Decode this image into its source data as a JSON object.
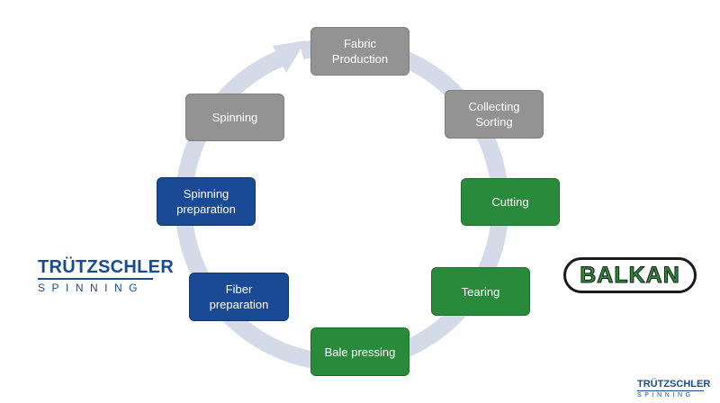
{
  "diagram": {
    "nodes": [
      {
        "id": "fabric-production",
        "label": "Fabric\nProduction",
        "category": "gray"
      },
      {
        "id": "collecting-sorting",
        "label": "Collecting\nSorting",
        "category": "gray"
      },
      {
        "id": "cutting",
        "label": "Cutting",
        "category": "green"
      },
      {
        "id": "tearing",
        "label": "Tearing",
        "category": "green"
      },
      {
        "id": "bale-pressing",
        "label": "Bale pressing",
        "category": "green"
      },
      {
        "id": "fiber-preparation",
        "label": "Fiber preparation",
        "category": "blue"
      },
      {
        "id": "spinning-preparation",
        "label": "Spinning\npreparation",
        "category": "blue"
      },
      {
        "id": "spinning",
        "label": "Spinning",
        "category": "gray"
      }
    ],
    "cycle_direction": "clockwise",
    "colors": {
      "gray": "#939393",
      "blue": "#1a4a93",
      "green": "#2a8a3b",
      "ring": "#d5dae9"
    }
  },
  "logos": {
    "trutzschler": {
      "name": "TRÜTZSCHLER",
      "sub": "SPINNING"
    },
    "balkan": {
      "name": "BALKAN"
    }
  }
}
